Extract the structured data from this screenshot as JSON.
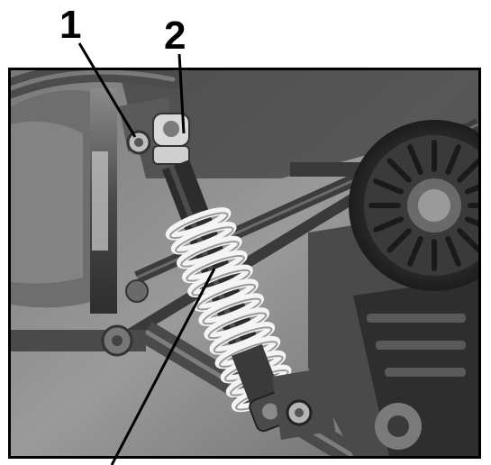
{
  "callouts": [
    {
      "id": "1",
      "label": "1"
    },
    {
      "id": "2",
      "label": "2"
    }
  ],
  "colors": {
    "frame": "#000000",
    "tube": "#5e5e5e",
    "spring": "#f2f2f2",
    "background": "#8d8d8d",
    "dark": "#2a2a2a"
  }
}
